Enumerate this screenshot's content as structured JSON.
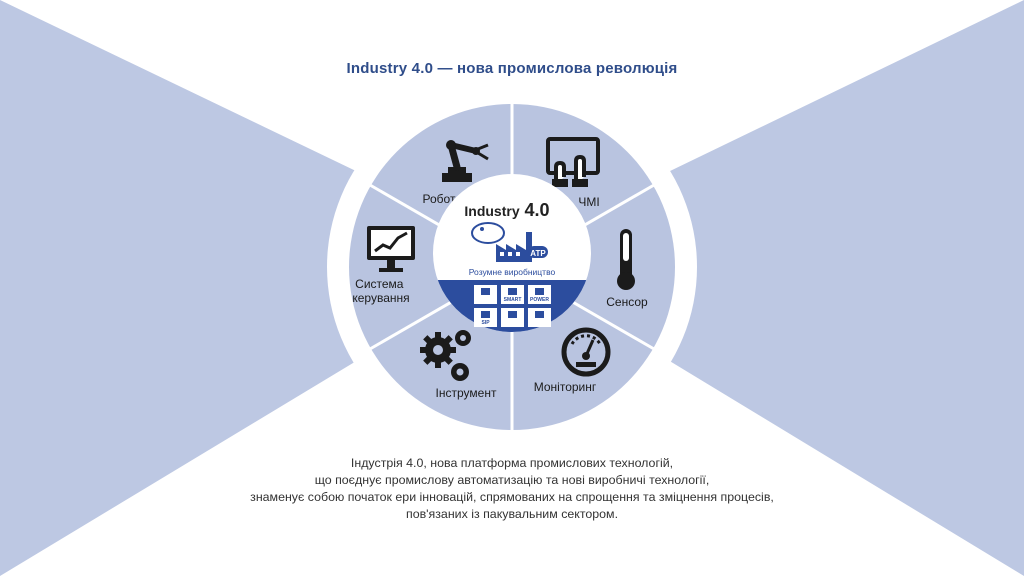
{
  "title": "Industry 4.0 — нова промислова революція",
  "colors": {
    "accent_bg": "#bdc8e3",
    "segment": "#b9c4e0",
    "divider": "#ffffff",
    "center_blue": "#2c4d9e",
    "title_color": "#2f4d8a",
    "text": "#1b1b1b"
  },
  "diagram": {
    "segments": [
      {
        "label_lines": [
          "Робот"
        ],
        "icon": "robot-arm-icon"
      },
      {
        "label_lines": [
          "ЧМІ"
        ],
        "icon": "touchscreen-icon"
      },
      {
        "label_lines": [
          "Сенсор"
        ],
        "icon": "thermometer-sensor-icon"
      },
      {
        "label_lines": [
          "Моніторинг"
        ],
        "icon": "gauge-icon"
      },
      {
        "label_lines": [
          "Інструмент"
        ],
        "icon": "gears-icon"
      },
      {
        "label_lines": [
          "Система",
          "керування"
        ],
        "icon": "monitor-chart-icon"
      }
    ],
    "center": {
      "title_word": "Industry",
      "title_version": "4.0",
      "caption": "Розумне виробництво",
      "badge": "ATP",
      "tiles": [
        "",
        "SMART",
        "POWER",
        "SIP",
        "",
        ""
      ]
    }
  },
  "description": [
    "Індустрія 4.0, нова платформа промислових технологій,",
    "що поєднує промислову автоматизацію та нові виробничі технології,",
    "знаменує собою початок ери інновацій, спрямованих на спрощення та зміцнення процесів,",
    "пов'язаних із пакувальним сектором."
  ]
}
